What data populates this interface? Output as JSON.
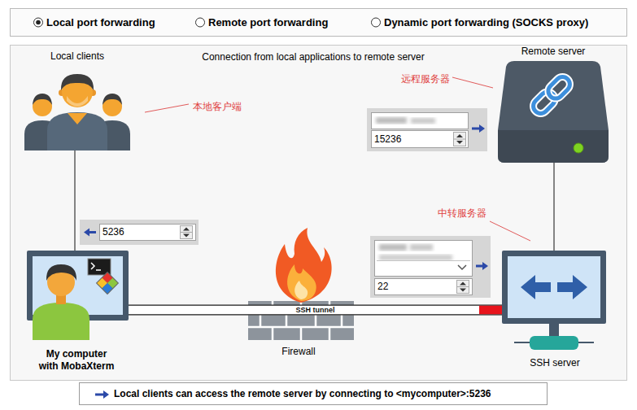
{
  "diagram": {
    "title": "Connection from local applications to remote server",
    "caption": "Local clients can access the remote server by connecting to <mycomputer>:5236",
    "nodes": [
      {
        "text": [
          "Local clients"
        ]
      },
      {
        "text": [
          "Remote server"
        ]
      },
      {
        "text": [
          "My computer with MobaXterm"
        ]
      },
      {
        "text": [
          "SSH server"
        ]
      }
    ],
    "edges": [
      {
        "from": 0,
        "to": 2,
        "arrow": "none"
      },
      {
        "from": 2,
        "to": 3,
        "label": "SSH tunnel",
        "arrow": "none"
      },
      {
        "from": 3,
        "to": 1,
        "arrow": "none"
      }
    ],
    "labels": [
      "Local port forwarding",
      "Remote port forwarding",
      "Dynamic port forwarding (SOCKS proxy)",
      "本地客户端",
      "远程服务器",
      "15236",
      "5236",
      "中转服务器",
      "22",
      "Firewall"
    ]
  }
}
